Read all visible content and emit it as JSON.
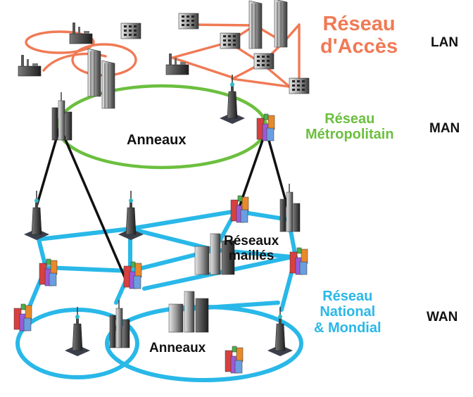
{
  "colors": {
    "access": "#f07a55",
    "metro": "#6cbf3f",
    "wan": "#29b8e8",
    "link": "#111111",
    "text": "#111111"
  },
  "labels": {
    "access_line1": "Réseau",
    "access_line2": "d'Accès",
    "lan": "LAN",
    "metro_line1": "Réseau",
    "metro_line2": "Métropolitain",
    "man": "MAN",
    "ring_top": "Anneaux",
    "mesh_line1": "Réseaux",
    "mesh_line2": "maillés",
    "national_line1": "Réseau",
    "national_line2": "National",
    "national_line3": "& Mondial",
    "wan": "WAN",
    "ring_bottom": "Anneaux"
  },
  "icons": {
    "office": "office-building-icon",
    "tower": "skyscraper-icon",
    "factory": "factory-icon",
    "colored": "colored-building-icon"
  }
}
